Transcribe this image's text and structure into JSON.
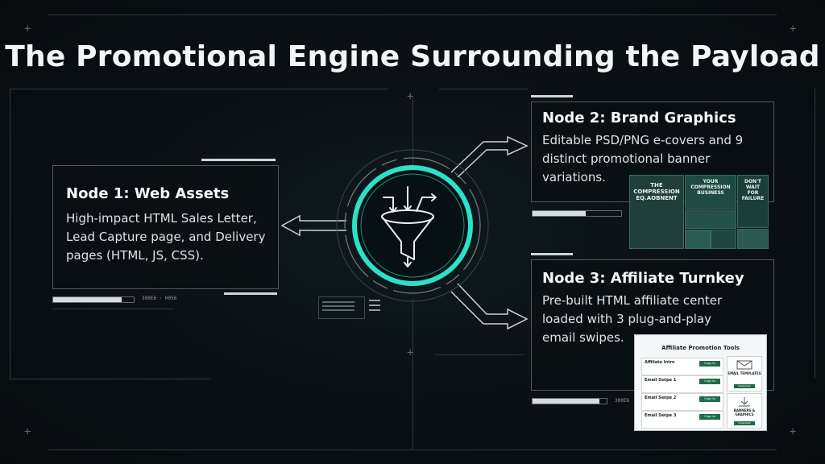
{
  "title": "The Promotional Engine Surrounding the Payload",
  "hub": {
    "icon": "funnel-icon"
  },
  "nodes": [
    {
      "title": "Node 1: Web Assets",
      "description": "High-impact HTML Sales Letter, Lead Capture page, and Delivery pages (HTML, JS, CSS).",
      "status_code": "300E6 · H056"
    },
    {
      "title": "Node 2: Brand Graphics",
      "description": "Editable PSD/PNG e-covers and 9 distinct promotional banner variations.",
      "thumbnails": [
        "THE COMPRESSION EQ.AOBNENT",
        "YOUR COMPRESSION BUSINESS",
        "DON'T WAIT FOR FAILURE",
        "",
        "",
        "",
        ""
      ]
    },
    {
      "title": "Node 3: Affiliate Turnkey",
      "description": "Pre-built HTML affiliate center loaded with 3 plug-and-play email swipes.",
      "status_code": "300E6",
      "screenshot": {
        "title": "Affiliate Promotion Tools",
        "rows": [
          "Affiliate Intro",
          "Email Swipe 1",
          "Email Swipe 2",
          "Email Swipe 3"
        ],
        "copy_label": "Copy to Clipboard",
        "cards": [
          "EMAIL TEMPLATES",
          "BANNERS & GRAPHICS"
        ],
        "download_label": "Download"
      }
    }
  ],
  "colors": {
    "accent": "#2de0c8",
    "background": "#0a1014",
    "panel_border": "#4a5a60"
  }
}
